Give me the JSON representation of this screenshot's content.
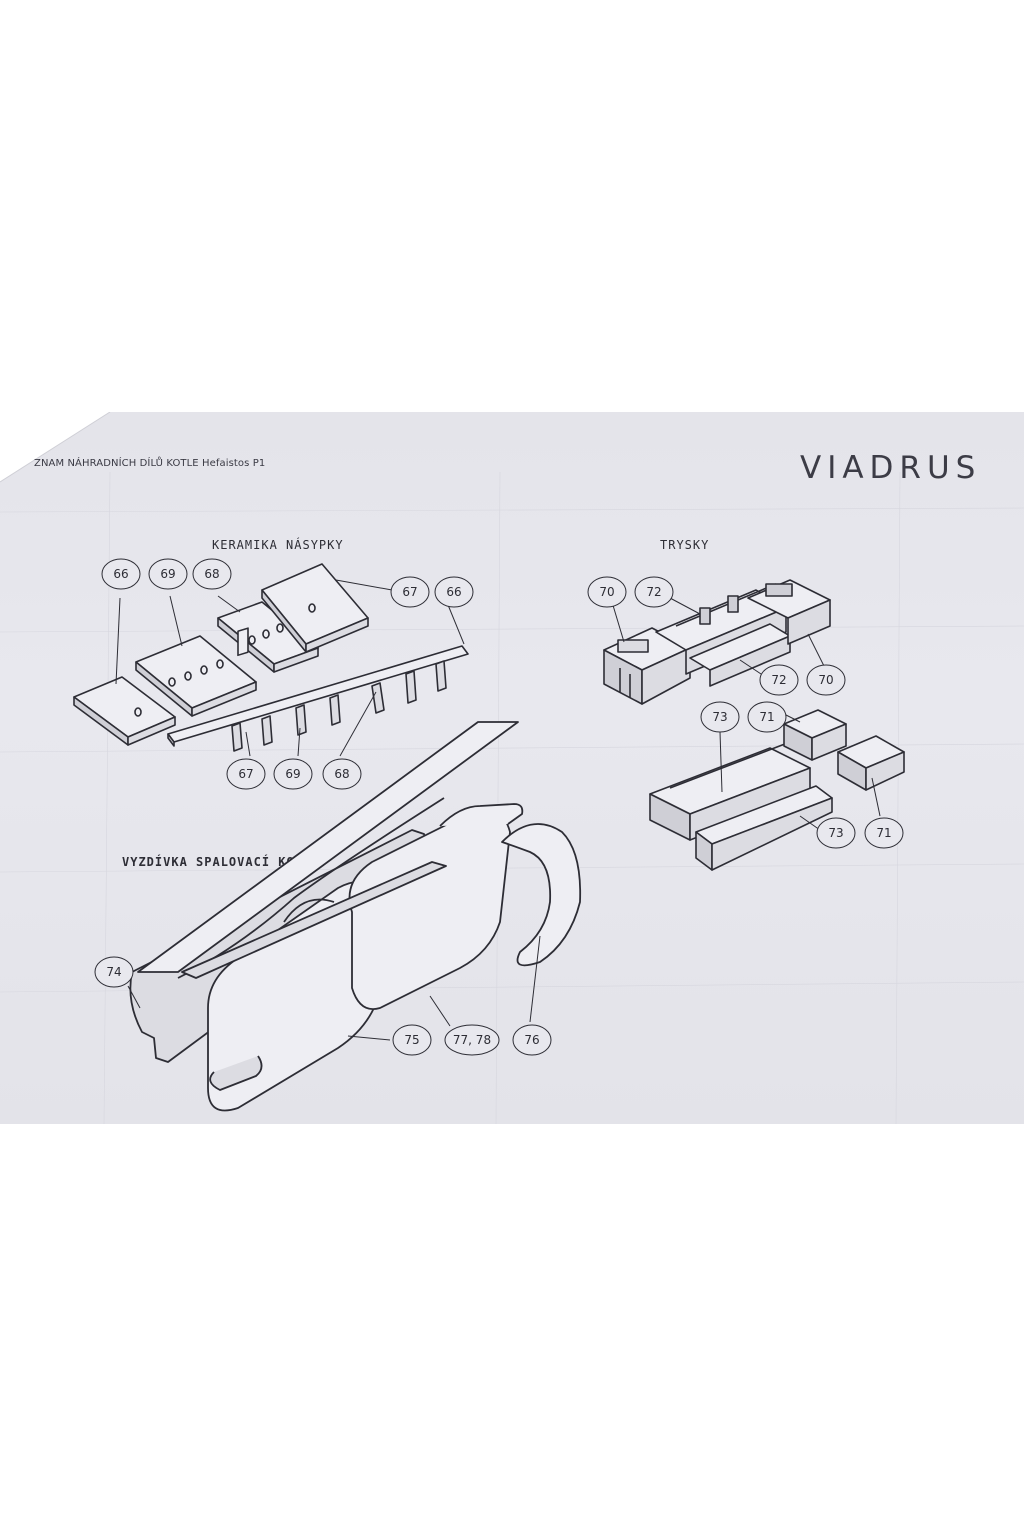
{
  "document": {
    "header_title": "ZNAM NÁHRADNÍCH DÍLŮ KOTLE Hefaistos P1",
    "brand": "VIADRUS"
  },
  "sections": {
    "keramika": "KERAMIKA NÁSYPKY",
    "trysky": "TRYSKY",
    "vyzdivka": "VYZDÍVKA SPALOVACÍ KOMORY"
  },
  "callouts": {
    "k_66_a": "66",
    "k_69_a": "69",
    "k_68_a": "68",
    "k_67_a": "67",
    "k_66_b": "66",
    "k_67_b": "67",
    "k_69_b": "69",
    "k_68_b": "68",
    "t_70_a": "70",
    "t_72_a": "72",
    "t_72_b": "72",
    "t_70_b": "70",
    "t_73_a": "73",
    "t_71_a": "71",
    "t_73_b": "73",
    "t_71_b": "71",
    "v_74": "74",
    "v_75": "75",
    "v_77_78": "77, 78",
    "v_76": "76"
  },
  "colors": {
    "paper": "#e6e6ec",
    "ink": "#2d2d35",
    "background": "#ffffff"
  }
}
